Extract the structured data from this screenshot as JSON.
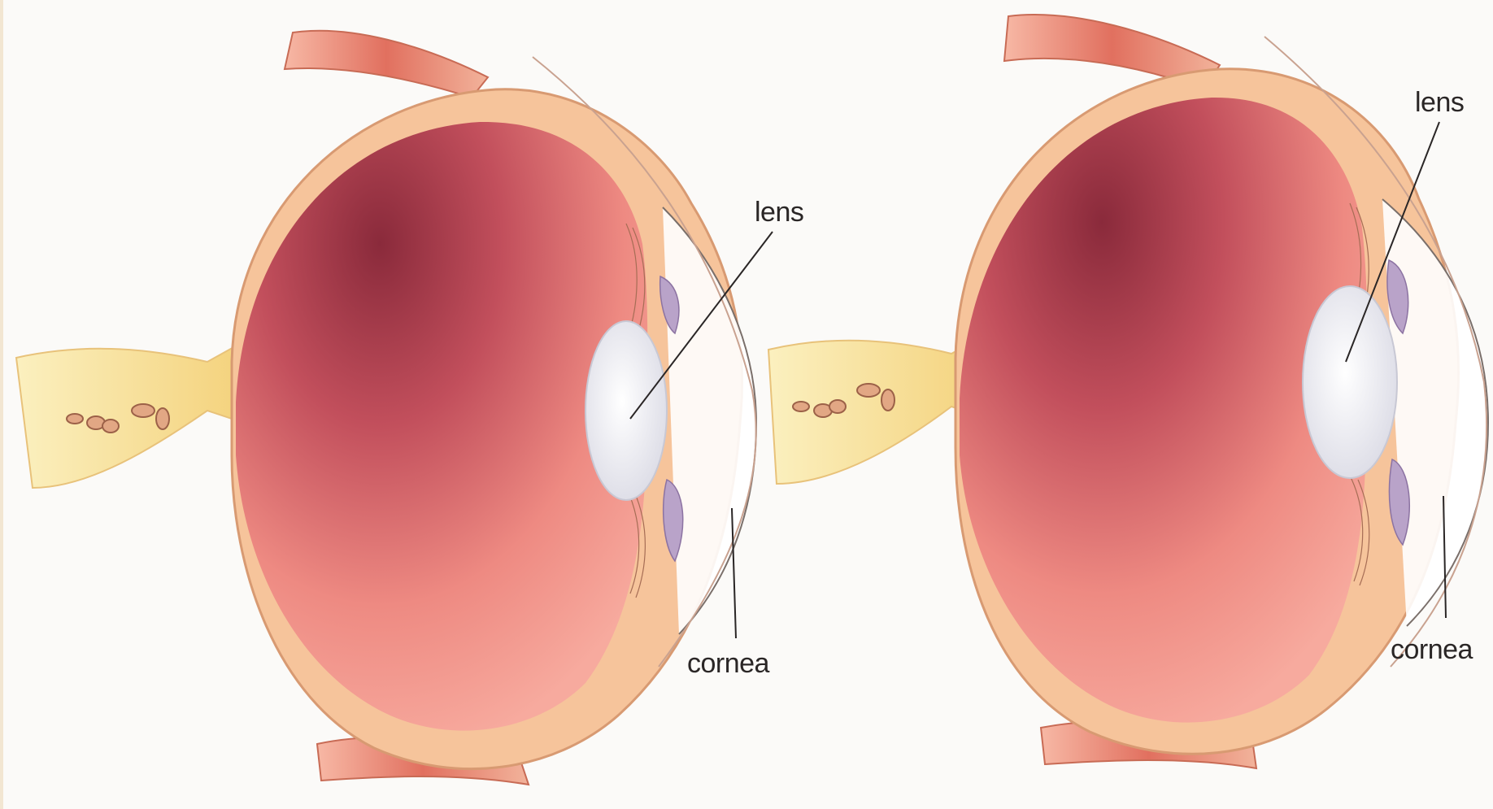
{
  "diagram": {
    "left_eye": {
      "labels": {
        "lens": "lens",
        "cornea": "cornea"
      }
    },
    "right_eye": {
      "labels": {
        "lens": "lens",
        "cornea": "cornea"
      }
    }
  },
  "colors": {
    "background": "#fbfaf8",
    "sclera": "#f6c49b",
    "sclera_edge": "#d89a72",
    "eyeball_dark": "#8e2f3e",
    "eyeball_light": "#f39a8f",
    "optic_nerve": "#f6df9a",
    "muscle": "#e07968",
    "lens": "#f1f1f6",
    "iris": "#b9a3c9",
    "label_line": "#2a2626"
  },
  "icons": {
    "left_eye": "eye-cross-section-icon",
    "right_eye": "eye-cross-section-icon"
  }
}
